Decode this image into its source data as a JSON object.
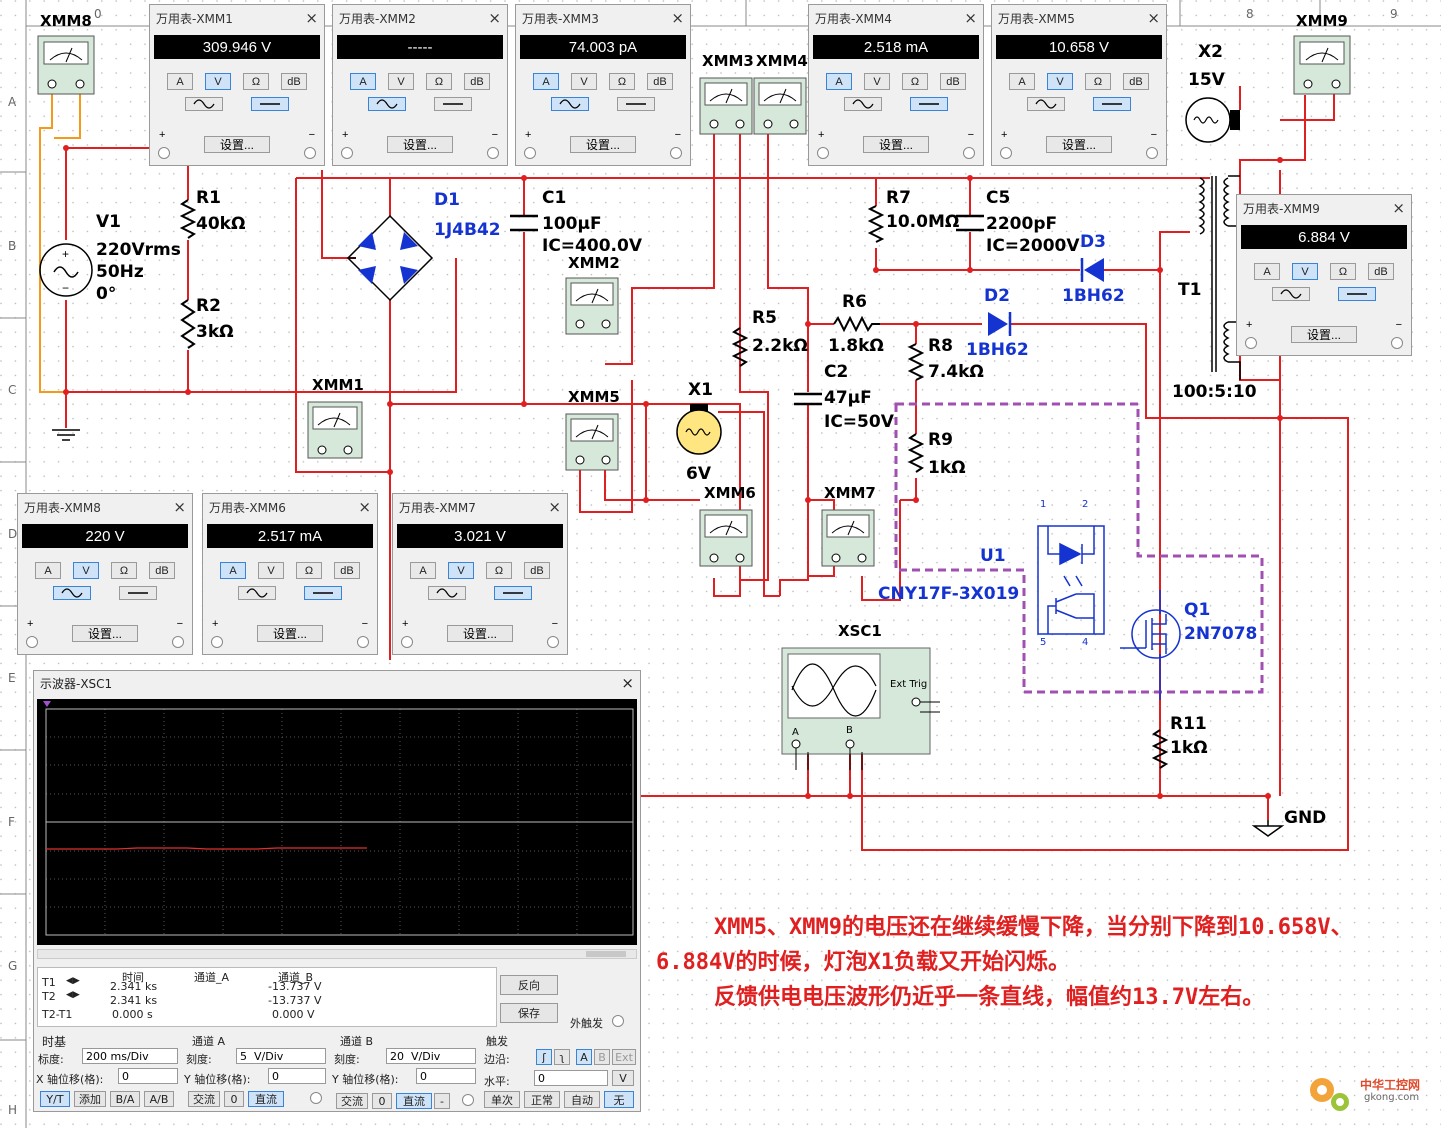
{
  "grid": {
    "cols": [
      "0",
      "8",
      "9"
    ],
    "rows": [
      "A",
      "B",
      "C",
      "D",
      "E",
      "F",
      "G",
      "H"
    ]
  },
  "multimeters": [
    {
      "id": "mm1",
      "title": "万用表-XMM1",
      "value": "309.946 V",
      "mode": "V",
      "wave": "dc"
    },
    {
      "id": "mm2",
      "title": "万用表-XMM2",
      "value": "-----",
      "mode": "A",
      "wave": "ac"
    },
    {
      "id": "mm3",
      "title": "万用表-XMM3",
      "value": "74.003 pA",
      "mode": "A",
      "wave": "ac"
    },
    {
      "id": "mm4",
      "title": "万用表-XMM4",
      "value": "2.518 mA",
      "mode": "A",
      "wave": "dc"
    },
    {
      "id": "mm5",
      "title": "万用表-XMM5",
      "value": "10.658 V",
      "mode": "V",
      "wave": "dc"
    },
    {
      "id": "mm9",
      "title": "万用表-XMM9",
      "value": "6.884 V",
      "mode": "V",
      "wave": "dc"
    },
    {
      "id": "mm8",
      "title": "万用表-XMM8",
      "value": "220 V",
      "mode": "V",
      "wave": "ac"
    },
    {
      "id": "mm6",
      "title": "万用表-XMM6",
      "value": "2.517 mA",
      "mode": "A",
      "wave": "dc"
    },
    {
      "id": "mm7",
      "title": "万用表-XMM7",
      "value": "3.021 V",
      "mode": "V",
      "wave": "dc"
    }
  ],
  "mm_buttons": {
    "a": "A",
    "v": "V",
    "ohm": "Ω",
    "db": "dB",
    "settings": "设置...",
    "plus": "+",
    "minus": "−",
    "close": "×"
  },
  "components": {
    "xmm8": "XMM8",
    "xmm9": "XMM9",
    "xmm3": "XMM3",
    "xmm4": "XMM4",
    "xmm2": "XMM2",
    "xmm1": "XMM1",
    "xmm5": "XMM5",
    "xmm6": "XMM6",
    "xmm7": "XMM7",
    "x2": "X2",
    "x2v": "15V",
    "v1": "V1",
    "v1a": "220Vrms",
    "v1b": "50Hz",
    "v1c": "0°",
    "r1": "R1",
    "r1v": "40kΩ",
    "r2": "R2",
    "r2v": "3kΩ",
    "d1": "D1",
    "d1v": "1J4B42",
    "c1": "C1",
    "c1v": "100µF",
    "c1ic": "IC=400.0V",
    "r7": "R7",
    "r7v": "10.0MΩ",
    "c5": "C5",
    "c5v": "2200pF",
    "c5ic": "IC=2000V",
    "d3": "D3",
    "d3v": "1BH62",
    "t1": "T1",
    "t1v": "100:5:10",
    "r5": "R5",
    "r5v": "2.2kΩ",
    "r6": "R6",
    "r6v": "1.8kΩ",
    "d2": "D2",
    "d2v": "1BH62",
    "r8": "R8",
    "r8v": "7.4kΩ",
    "c2": "C2",
    "c2v": "47µF",
    "c2ic": "IC=50V",
    "x1": "X1",
    "x1v": "6V",
    "r9": "R9",
    "r9v": "1kΩ",
    "u1": "U1",
    "u1v": "CNY17F-3X019",
    "q1": "Q1",
    "q1v": "2N7078",
    "xsc1": "XSC1",
    "exttrig": "Ext Trig",
    "r11": "R11",
    "r11v": "1kΩ",
    "gnd": "GND",
    "pinA": "A",
    "pinB": "B",
    "u1p1": "1",
    "u1p2": "2",
    "u1p4": "4",
    "u1p5": "5"
  },
  "oscilloscope": {
    "title": "示波器-XSC1",
    "hdr_time": "时间",
    "hdr_cha": "通道_A",
    "hdr_chb": "通道_B",
    "rows": [
      {
        "label": "T1",
        "time": "2.341 ks",
        "cha": "",
        "chb": "-13.737 V"
      },
      {
        "label": "T2",
        "time": "2.341 ks",
        "cha": "",
        "chb": "-13.737 V"
      },
      {
        "label": "T2-T1",
        "time": "0.000 s",
        "cha": "",
        "chb": "0.000 V"
      }
    ],
    "reverse": "反向",
    "save": "保存",
    "ext_trigger": "外触发",
    "timebase": "时基",
    "scale_label": "标度:",
    "scale": "200 ms/Div",
    "xpos_label": "X 轴位移(格):",
    "xpos": "0",
    "yt": "Y/T",
    "add": "添加",
    "ba": "B/A",
    "ab": "A/B",
    "cha_label": "通道 A",
    "cha_scale_label": "刻度:",
    "cha_scale": "5  V/Div",
    "cha_ypos_label": "Y 轴位移(格):",
    "cha_ypos": "0",
    "chb_label": "通道 B",
    "chb_scale_label": "刻度:",
    "chb_scale": "20  V/Div",
    "chb_ypos_label": "Y 轴位移(格):",
    "chb_ypos": "0",
    "ac": "交流",
    "zero": "0",
    "dc": "直流",
    "minus": "-",
    "trigger": "触发",
    "edge_label": "边沿:",
    "edge_a": "A",
    "edge_b": "B",
    "edge_ext": "Ext",
    "level_label": "水平:",
    "level": "0",
    "level_unit": "V",
    "single": "单次",
    "normal": "正常",
    "auto": "自动",
    "none": "无"
  },
  "note": {
    "line1": "XMM5、XMM9的电压还在继续缓慢下降，当分别下降到10.658V、6.884V的时候，灯泡X1负载又开始闪烁。",
    "line2": "反馈供电电压波形仍近乎一条直线，幅值约13.7V左右。"
  },
  "watermark": {
    "name": "中华工控网",
    "url": "gkong.com"
  }
}
